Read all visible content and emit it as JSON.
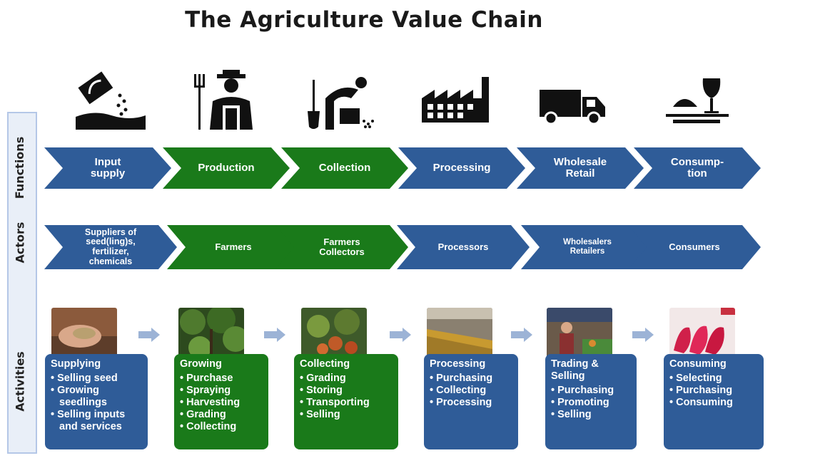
{
  "title": "The Agriculture Value Chain",
  "side_labels": {
    "functions": "Functions",
    "actors": "Actors",
    "activities": "Activities"
  },
  "colors": {
    "blue": "#2f5c98",
    "green": "#1a7a1a",
    "arrow": "#9cb3d6"
  },
  "icons": [
    "seed-bag-icon",
    "farmer-icon",
    "collector-icon",
    "factory-icon",
    "truck-icon",
    "meal-icon"
  ],
  "functions": [
    {
      "lines": [
        "Input",
        "supply"
      ],
      "color": "blue"
    },
    {
      "lines": [
        "Production"
      ],
      "color": "green"
    },
    {
      "lines": [
        "Collection"
      ],
      "color": "green"
    },
    {
      "lines": [
        "Processing"
      ],
      "color": "blue"
    },
    {
      "lines": [
        "Wholesale",
        "Retail"
      ],
      "color": "blue"
    },
    {
      "lines": [
        "Consump-",
        "tion"
      ],
      "color": "blue"
    }
  ],
  "actors": [
    {
      "lines": [
        "Suppliers of",
        "seed(ling)s,",
        "fertilizer,",
        "chemicals"
      ],
      "color": "blue"
    },
    {
      "lines": [
        "Farmers"
      ],
      "color": "green"
    },
    {
      "lines": [
        "Farmers",
        "Collectors"
      ],
      "color": "green"
    },
    {
      "lines": [
        "Processors"
      ],
      "color": "blue"
    },
    {
      "lines": [
        "Wholesalers",
        "Retailers"
      ],
      "color": "blue"
    },
    {
      "lines": [
        "Consumers"
      ],
      "color": "blue"
    }
  ],
  "activities": [
    {
      "title": "Supplying",
      "items": [
        "Selling seed",
        "Growing seedlings",
        "Selling inputs and services"
      ],
      "color": "blue"
    },
    {
      "title": "Growing",
      "items": [
        "Purchase",
        "Spraying",
        "Harvesting",
        "Grading",
        "Collecting"
      ],
      "color": "green"
    },
    {
      "title": "Collecting",
      "items": [
        "Grading",
        "Storing",
        "Transporting",
        "Selling"
      ],
      "color": "green"
    },
    {
      "title": "Processing",
      "items": [
        "Purchasing",
        "Collecting",
        "Processing"
      ],
      "color": "blue"
    },
    {
      "title": "Trading & Selling",
      "items": [
        "Purchasing",
        "Promoting",
        "Selling"
      ],
      "color": "blue"
    },
    {
      "title": "Consuming",
      "items": [
        "Selecting",
        "Purchasing",
        "Consuming"
      ],
      "color": "blue"
    }
  ]
}
